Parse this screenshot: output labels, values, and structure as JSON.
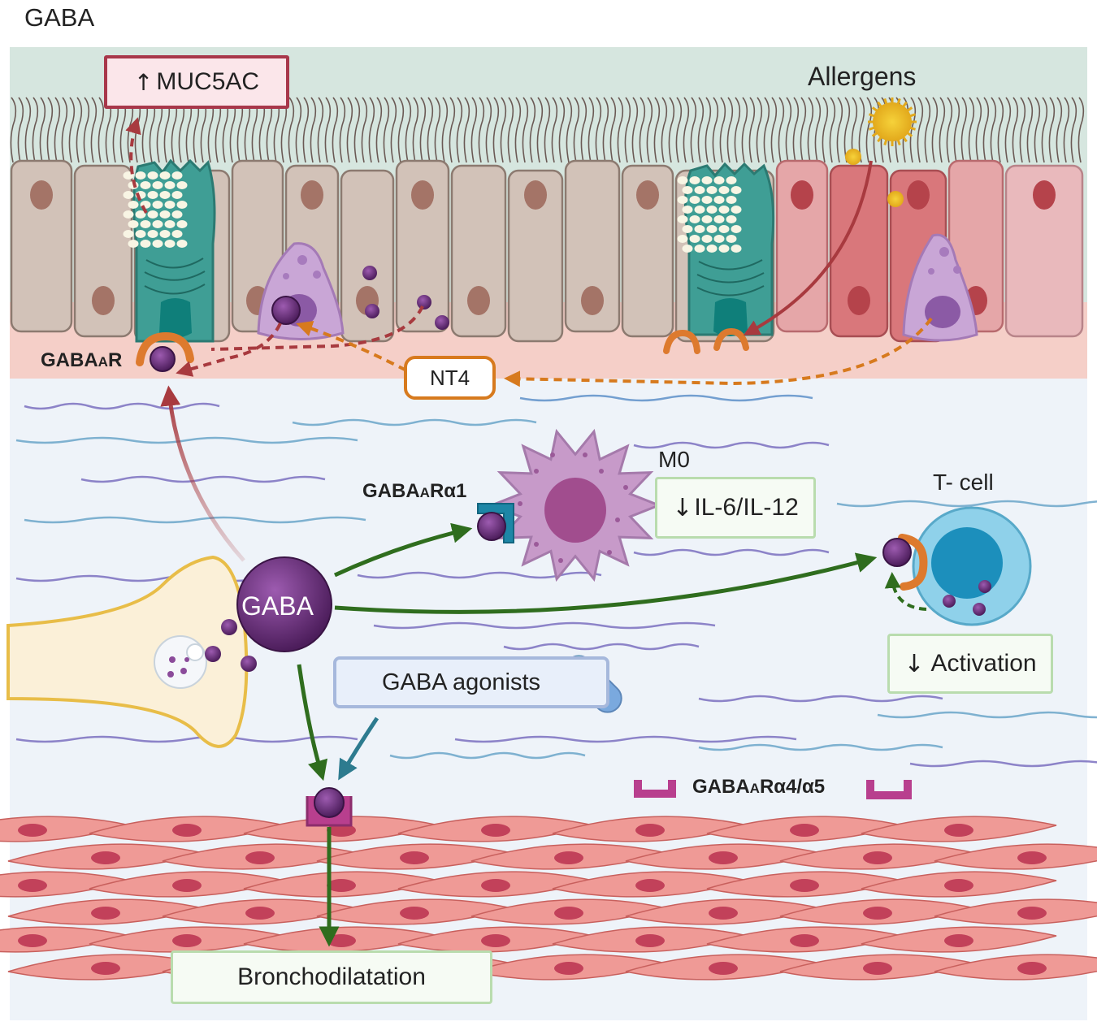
{
  "figure": {
    "title": "GABA",
    "labels": {
      "muc5ac": "MUC5AC",
      "allergens": "Allergens",
      "gabaar": "GABAAR",
      "nt4": "NT4",
      "m0": "M0",
      "gabaar_alpha1": "GABAARα1",
      "il6_il12": "IL-6/IL-12",
      "t_cell": "T- cell",
      "gaba_neuron": "GABA",
      "activation": "Activation",
      "gaba_agonists": "GABA agonists",
      "gabaar_alpha4_alpha5": "GABAARα4/α5",
      "bronchodilatation": "Bronchodilatation"
    },
    "icons": {
      "up": "up-arrow-icon",
      "down": "down-arrow-icon",
      "pill": "pill-icon"
    },
    "colors": {
      "mucus_bg": "#d6e6df",
      "submucosa_bg": "#eef3f9",
      "basement": "#f5cfc8",
      "epithelial_cell": "#d2c2b8",
      "goblet_cell": "#3f9e95",
      "allergen_cell": "#d9868a",
      "gaba_purple": "#6b2d78",
      "receptor_orange": "#dd7a2e",
      "nt4_arrow": "#d77a1e",
      "red_arrow": "#a83a3f",
      "green_arrow": "#2f6d1e",
      "teal_arrow": "#2d7b8f",
      "smooth_muscle": "#e98f8c",
      "macrophage": "#c79ac9",
      "t_cell": "#77c5e2"
    }
  }
}
